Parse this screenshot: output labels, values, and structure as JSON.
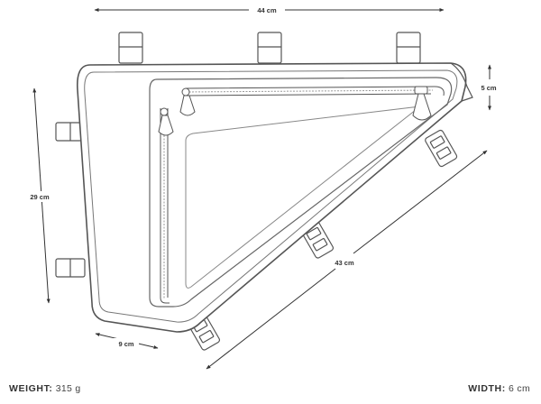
{
  "dimensions": {
    "top_length": "44 cm",
    "height": "29 cm",
    "diagonal": "43 cm",
    "bottom": "9 cm",
    "depth": "5 cm"
  },
  "specs": {
    "weight_label": "WEIGHT:",
    "weight_value": "315 g",
    "width_label": "WIDTH:",
    "width_value": "6 cm"
  }
}
